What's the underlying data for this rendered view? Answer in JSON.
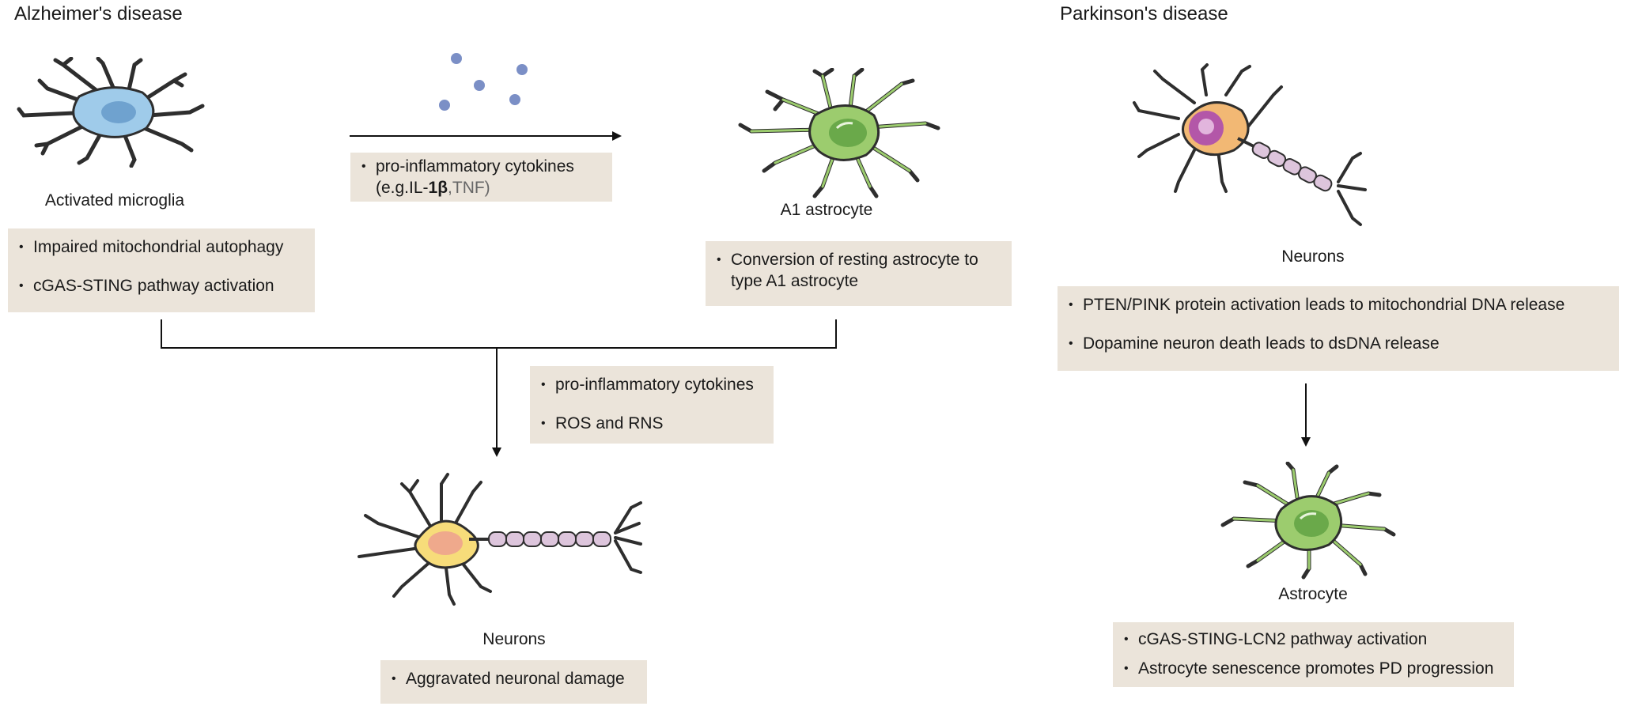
{
  "left": {
    "title": "Alzheimer's disease",
    "microglia_label": "Activated microglia",
    "microglia_points": [
      "Impaired mitochondrial autophagy",
      "cGAS-STING pathway activation"
    ],
    "cytokines_line1": "pro-inflammatory cytokines",
    "cytokines_line2_prefix": "(e.g.IL-",
    "cytokines_line2_bold": "1β",
    "cytokines_line2_suffix": ",TNF)",
    "astrocyte_label": "A1 astrocyte",
    "astrocyte_points": [
      "Conversion of resting astrocyte to type A1 astrocyte"
    ],
    "mid_points": [
      "pro-inflammatory cytokines",
      "ROS and RNS"
    ],
    "neuron_label": "Neurons",
    "neuron_points": [
      "Aggravated neuronal damage"
    ]
  },
  "right": {
    "title": "Parkinson's disease",
    "neuron_label": "Neurons",
    "neuron_points": [
      "PTEN/PINK protein activation leads to mitochondrial DNA release",
      "Dopamine neuron death leads to dsDNA release"
    ],
    "astrocyte_label": "Astrocyte",
    "astrocyte_points": [
      "cGAS-STING-LCN2 pathway activation",
      "Astrocyte senescence promotes PD progression"
    ]
  },
  "colors": {
    "box_fill": "#ebe4da",
    "microglia": "#9fcbea",
    "astrocyte": "#9ccc6e",
    "neuron_body": "#f7dc7a",
    "axon_segments": "#ddc5dc",
    "dendrite": "#2e2e2e",
    "cytokine_dots": "#7b8fc6"
  }
}
